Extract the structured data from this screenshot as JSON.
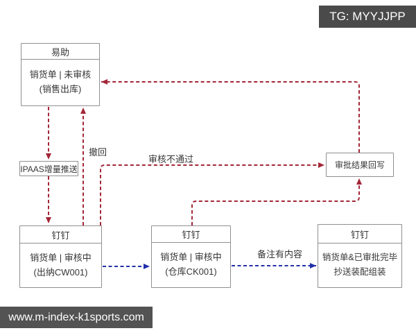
{
  "watermarks": {
    "top_right": "TG: MYYJJPP",
    "bottom_left": "www.m-index-k1sports.com"
  },
  "colors": {
    "red": "#a32637",
    "blue": "#2230a8"
  },
  "nodes": {
    "yizhu": {
      "header": "易助",
      "line1": "销货单 | 未审核",
      "line2": "(销售出库)"
    },
    "ipaas": {
      "label": "IPAAS增量推送"
    },
    "dingtalk_cashier": {
      "header": "钉钉",
      "line1": "销货单 | 审核中",
      "line2": "(出纳CW001)"
    },
    "dingtalk_warehouse": {
      "header": "钉钉",
      "line1": "销货单 | 审核中",
      "line2": "(仓库CK001)"
    },
    "dingtalk_assembly": {
      "header": "钉钉",
      "line1": "销货单&已审批完毕",
      "line2": "抄送装配组装"
    },
    "writeback": {
      "label": "审批结果回写"
    }
  },
  "edges": [
    {
      "id": "yizhu-to-ipaas",
      "from": "yizhu",
      "to": "ipaas",
      "style": "red-dashed",
      "label": ""
    },
    {
      "id": "ipaas-to-cashier",
      "from": "ipaas",
      "to": "dingtalk_cashier",
      "style": "red-dashed",
      "label": ""
    },
    {
      "id": "cashier-revoke-to-yizhu",
      "from": "dingtalk_cashier",
      "to": "yizhu",
      "style": "red-dashed",
      "label": "撤回"
    },
    {
      "id": "cashier-reject-to-writeback",
      "from": "dingtalk_cashier",
      "to": "writeback",
      "style": "red-dashed",
      "label": "审核不通过"
    },
    {
      "id": "writeback-to-yizhu",
      "from": "writeback",
      "to": "yizhu",
      "style": "red-dashed",
      "label": ""
    },
    {
      "id": "warehouse-to-writeback",
      "from": "dingtalk_warehouse",
      "to": "writeback",
      "style": "red-dashed",
      "label": ""
    },
    {
      "id": "cashier-to-warehouse",
      "from": "dingtalk_cashier",
      "to": "dingtalk_warehouse",
      "style": "blue-dashed",
      "label": ""
    },
    {
      "id": "warehouse-to-assembly",
      "from": "dingtalk_warehouse",
      "to": "dingtalk_assembly",
      "style": "blue-dashed",
      "label": "备注有内容"
    }
  ]
}
